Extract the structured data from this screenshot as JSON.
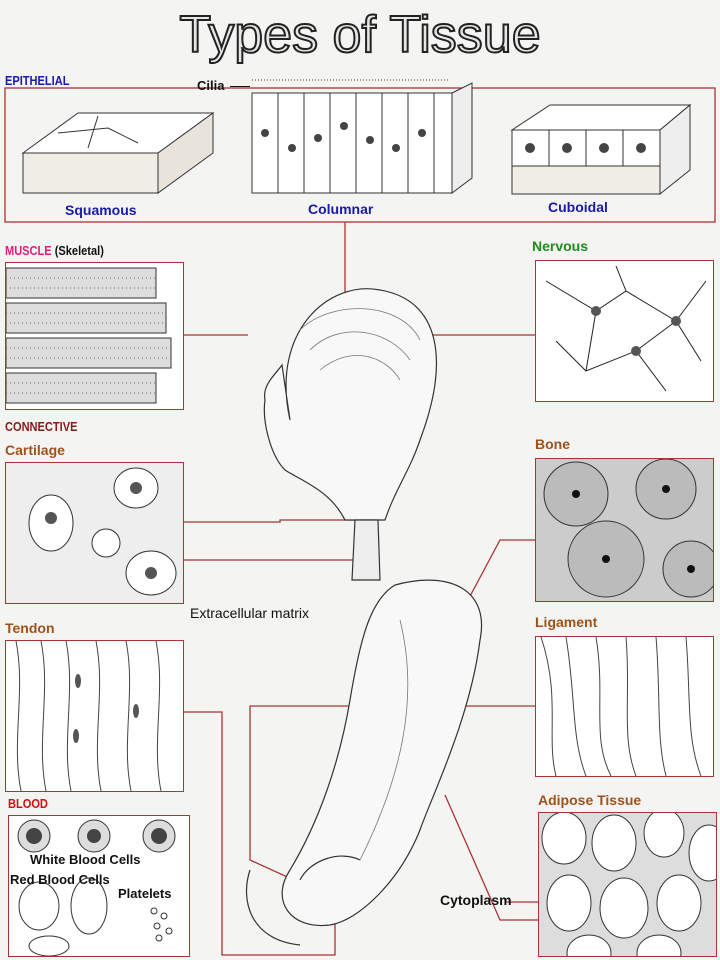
{
  "title": "Types of Tissue",
  "epithelial": {
    "heading": "EPITHELIAL",
    "cilia_label": "Cilia",
    "types": [
      "Squamous",
      "Columnar",
      "Cuboidal"
    ]
  },
  "muscle": {
    "heading": "MUSCLE",
    "subheading": "(Skeletal)"
  },
  "nervous": {
    "heading": "Nervous"
  },
  "connective": {
    "heading": "CONNECTIVE",
    "cartilage": "Cartilage",
    "extracellular_matrix": "Extracellular matrix",
    "bone": "Bone",
    "tendon": "Tendon",
    "ligament": "Ligament",
    "adipose": "Adipose Tissue",
    "cytoplasm": "Cytoplasm"
  },
  "blood": {
    "heading": "BLOOD",
    "white_cells": "White Blood Cells",
    "red_cells": "Red Blood Cells",
    "platelets": "Platelets"
  },
  "colors": {
    "epithelial": "#1a1aa8",
    "muscle": "#e0207a",
    "nervous": "#1f8a1f",
    "connective": "#8b1a1a",
    "connective_sub": "#a0521a",
    "blood": "#d01010",
    "leader_lines": "#a33333"
  }
}
